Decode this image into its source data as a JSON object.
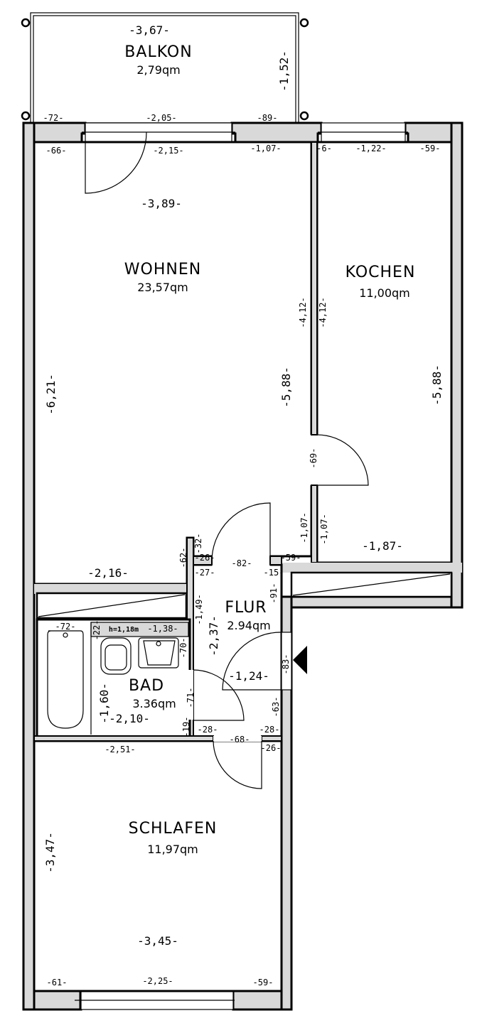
{
  "plan": {
    "rooms": {
      "balkon": {
        "name": "BALKON",
        "area": "2,79qm",
        "width": "-3,67-",
        "depth": "-1,52-"
      },
      "wohnen": {
        "name": "WOHNEN",
        "area": "23,57qm",
        "width": "-3,89-",
        "height": "-6,21-",
        "inner_height": "-5,88-",
        "bottom_width": "-2,16-"
      },
      "kochen": {
        "name": "KOCHEN",
        "area": "11,00qm",
        "height": "-5,88-",
        "bottom_width": "-1,87-"
      },
      "flur": {
        "name": "FLUR",
        "area": "2.94qm",
        "length": "-2,37-",
        "width": "-1,24-"
      },
      "bad": {
        "name": "BAD",
        "area": "3.36qm",
        "height": "-1,60-",
        "width": "-2,10-",
        "sill": "h=1,18m",
        "sill_width": "-1,38-"
      },
      "schlafen": {
        "name": "SCHLAFEN",
        "area": "11,97qm",
        "width": "-3,45-",
        "height": "-3,47-",
        "top_width": "-2,51-"
      }
    },
    "dims": {
      "balk_72": "-72-",
      "balk_205": "-2,05-",
      "balk_89": "-89-",
      "w_66": "-66-",
      "w_215": "-2,15-",
      "w_107": "-1,07-",
      "k_6": "-6-",
      "k_122": "-1,22-",
      "k_59": "-59-",
      "w_412": "-4,12-",
      "k_412": "-4,12-",
      "d_69": "-69-",
      "w_107b": "-1,07-",
      "k_107b": "-1,07-",
      "f_62": "-62-",
      "f_32": "-32-",
      "f_26": "-26-",
      "f_27": "-27-",
      "f_82": "-82-",
      "f_59": "-59-",
      "f_15": "-15-",
      "f_91": "-91-",
      "f_149": "-1,49-",
      "bad_72": "-72-",
      "bad_22": "-22-",
      "bad_70": "-70-",
      "bad_71": "-71-",
      "bad_19": "-19-",
      "f_83": "-83-",
      "f_63": "-63-",
      "f_28a": "-28-",
      "f_68": "-68-",
      "f_28b": "-28-",
      "f_26b": "-26-",
      "s_61": "-61-",
      "s_225": "-2,25-",
      "s_59": "-59-"
    }
  }
}
